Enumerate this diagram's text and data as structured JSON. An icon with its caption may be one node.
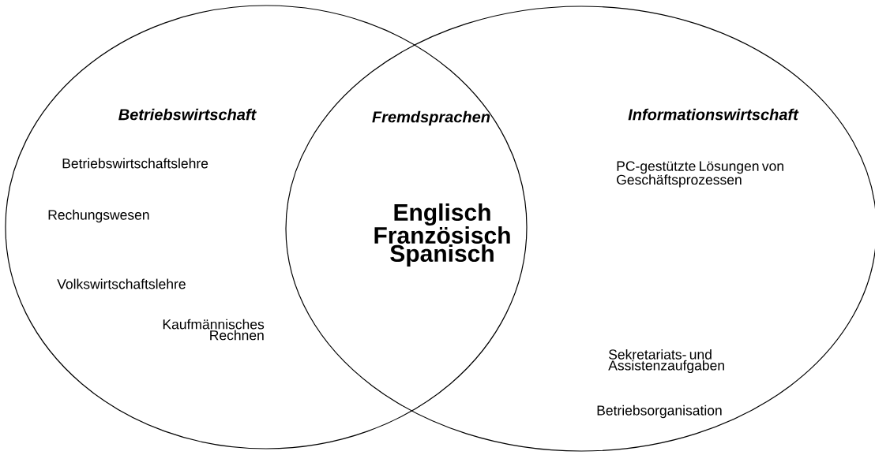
{
  "diagram": {
    "nodes": [
      {
        "text": [
          "Betriebswirtschaft",
          "Betriebswirtschaftslehre",
          "Rechungswesen",
          "Volkswirtschaftslehre",
          "Kaufmännisches Rechnen"
        ]
      },
      {
        "text": [
          "Informationswirtschaft",
          "PC-gestützte Lösungen von Geschäftsprozessen",
          "Sekretariats- und Assistenzaufgaben",
          "Betriebsorganisation"
        ]
      }
    ],
    "labels": [
      "Fremdsprachen",
      "Englisch Französisch Spanisch"
    ]
  }
}
